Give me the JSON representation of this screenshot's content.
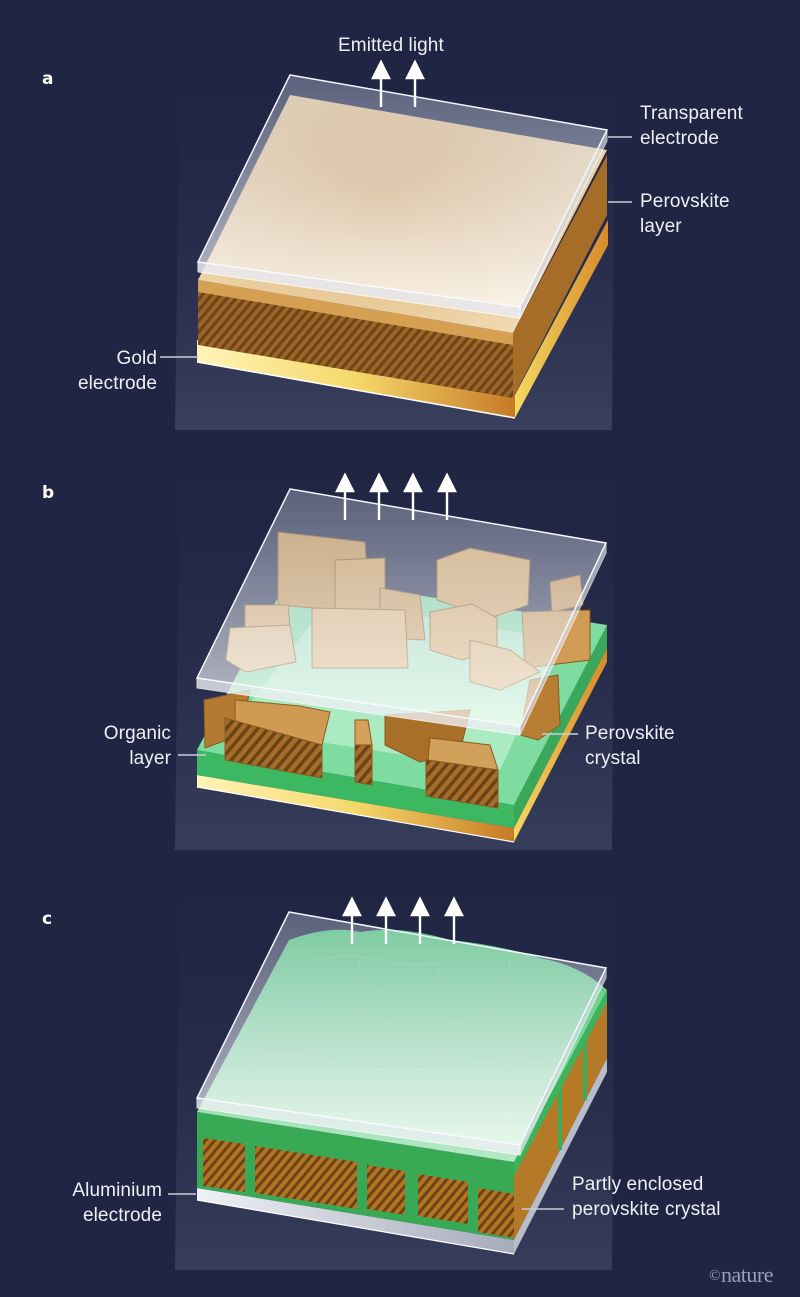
{
  "figure": {
    "background_color": "#1f2542",
    "label_color": "#eef0f5",
    "credit": {
      "symbol": "©",
      "text": "nature"
    },
    "emitted_light_label": "Emitted light",
    "panels": [
      {
        "letter": "a",
        "arrow_count": 2,
        "labels": {
          "top_right": [
            "Transparent",
            "electrode"
          ],
          "middle_right": [
            "Perovskite",
            "layer"
          ],
          "bottom_left": [
            "Gold",
            "electrode"
          ]
        },
        "layers": [
          "Transparent electrode",
          "Perovskite layer",
          "Gold electrode"
        ],
        "colors": {
          "perovskite": "#b57d2c",
          "gold": "#f4d46a",
          "glass": "#dfe6f4"
        }
      },
      {
        "letter": "b",
        "arrow_count": 4,
        "labels": {
          "left": [
            "Organic",
            "layer"
          ],
          "right": [
            "Perovskite",
            "crystal"
          ]
        },
        "layers": [
          "Transparent electrode",
          "Perovskite crystals",
          "Organic layer",
          "Gold electrode"
        ],
        "colors": {
          "perovskite": "#c9974f",
          "organic": "#3dbd68",
          "gold": "#f4d46a"
        }
      },
      {
        "letter": "c",
        "arrow_count": 4,
        "labels": {
          "left": [
            "Aluminium",
            "electrode"
          ],
          "right": [
            "Partly enclosed",
            "perovskite crystal"
          ]
        },
        "layers": [
          "Transparent electrode",
          "Partly enclosed perovskite crystals",
          "Aluminium electrode"
        ],
        "colors": {
          "perovskite": "#b97a26",
          "organic": "#36a852",
          "aluminium": "#c9ccd6"
        }
      }
    ]
  }
}
